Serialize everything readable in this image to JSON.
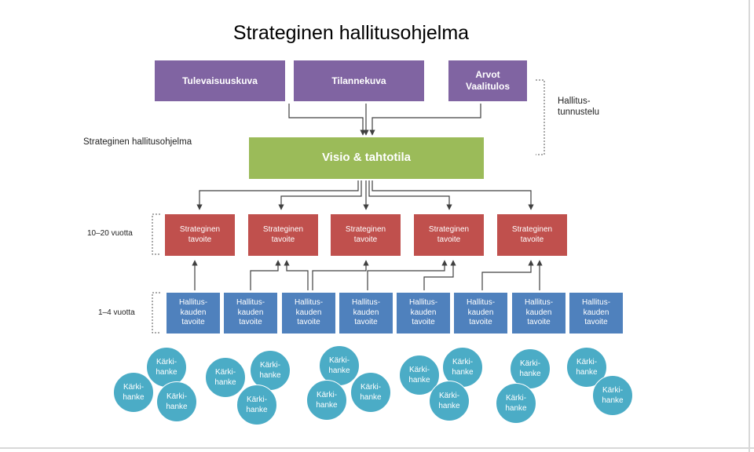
{
  "title": "Strateginen hallitusohjelma",
  "side_labels": {
    "strategic_program": "Strateginen hallitusohjelma",
    "government_exploration": "Hallitus-\ntunnustelu",
    "long_term": "10–20 vuotta",
    "short_term": "1–4 vuotta"
  },
  "top_boxes": [
    {
      "label": "Tulevaisuuskuva"
    },
    {
      "label": "Tilannekuva"
    },
    {
      "label": "Arvot\nVaalitulos"
    }
  ],
  "vision_box": {
    "label": "Visio & tahtotila"
  },
  "strategic_goals": [
    {
      "label": "Strateginen\ntavoite"
    },
    {
      "label": "Strateginen\ntavoite"
    },
    {
      "label": "Strateginen\ntavoite"
    },
    {
      "label": "Strateginen\ntavoite"
    },
    {
      "label": "Strateginen\ntavoite"
    }
  ],
  "term_goals": [
    {
      "label": "Hallitus-\nkauden\ntavoite"
    },
    {
      "label": "Hallitus-\nkauden\ntavoite"
    },
    {
      "label": "Hallitus-\nkauden\ntavoite"
    },
    {
      "label": "Hallitus-\nkauden\ntavoite"
    },
    {
      "label": "Hallitus-\nkauden\ntavoite"
    },
    {
      "label": "Hallitus-\nkauden\ntavoite"
    },
    {
      "label": "Hallitus-\nkauden\ntavoite"
    },
    {
      "label": "Hallitus-\nkauden\ntavoite"
    }
  ],
  "key_projects": [
    {
      "label": "Kärki-\nhanke"
    },
    {
      "label": "Kärki-\nhanke"
    },
    {
      "label": "Kärki-\nhanke"
    },
    {
      "label": "Kärki-\nhanke"
    },
    {
      "label": "Kärki-\nhanke"
    },
    {
      "label": "Kärki-\nhanke"
    },
    {
      "label": "Kärki-\nhanke"
    },
    {
      "label": "Kärki-\nhanke"
    },
    {
      "label": "Kärki-\nhanke"
    },
    {
      "label": "Kärki-\nhanke"
    },
    {
      "label": "Kärki-\nhanke"
    },
    {
      "label": "Kärki-\nhanke"
    },
    {
      "label": "Kärki-\nhanke"
    },
    {
      "label": "Kärki-\nhanke"
    },
    {
      "label": "Kärki-\nhanke"
    },
    {
      "label": "Kärki-\nhanke"
    }
  ],
  "colors": {
    "top_boxes": "#8064a2",
    "vision": "#9bbb59",
    "strategic_goal": "#c0504d",
    "term_goal": "#4f81bd",
    "key_project": "#4bacc6",
    "connector": "#404040"
  }
}
